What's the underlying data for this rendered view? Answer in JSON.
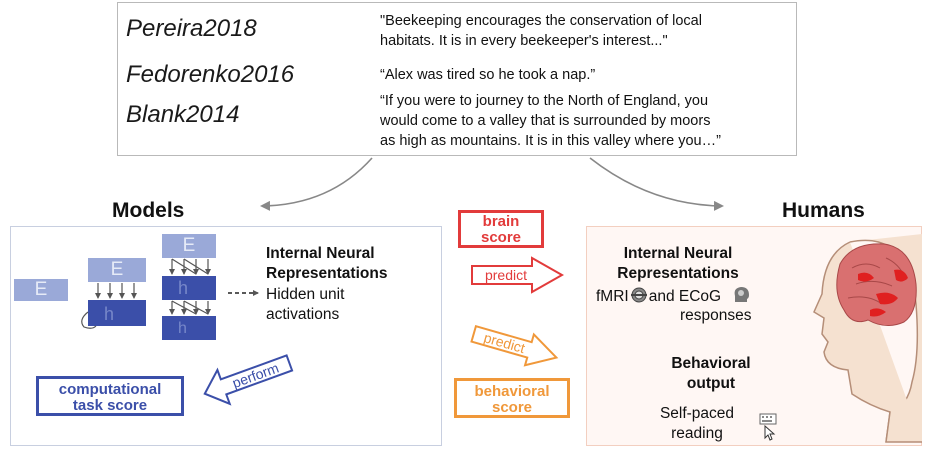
{
  "stimuli": {
    "datasets": [
      {
        "name": "Pereira2018",
        "text_lines": [
          "\"Beekeeping encourages the conservation of local",
          "habitats. It is in every beekeeper's interest...\""
        ]
      },
      {
        "name": "Fedorenko2016",
        "text_lines": [
          "“Alex was tired so he took a nap.”"
        ]
      },
      {
        "name": "Blank2014",
        "text_lines": [
          "“If you were to journey to the North of England, you",
          "would come to a valley that is surrounded by moors",
          "as high as mountains. It is in this valley where you…”"
        ]
      }
    ]
  },
  "models": {
    "title": "Models",
    "network": {
      "embedding_label": "E",
      "hidden_label": "h",
      "hidden_sub_label": "h"
    },
    "representations": {
      "heading_lines": [
        "Internal Neural",
        "Representations"
      ],
      "detail_lines": [
        "Hidden unit",
        "activations"
      ]
    },
    "task_score_lines": [
      "computational",
      "task score"
    ],
    "perform_label": "perform"
  },
  "center": {
    "brain_score_lines": [
      "brain",
      "score"
    ],
    "predict_brain_label": "predict",
    "predict_behavior_label": "predict",
    "behavioral_score_lines": [
      "behavioral",
      "score"
    ]
  },
  "humans": {
    "title": "Humans",
    "representations": {
      "heading_lines": [
        "Internal Neural",
        "Representations"
      ],
      "detail_line1_a": "fMRI",
      "detail_line1_b": "and ECoG",
      "detail_line2": "responses"
    },
    "behavioral": {
      "heading_lines": [
        "Behavioral",
        "output"
      ],
      "detail_lines": [
        "Self-paced",
        "reading"
      ]
    }
  },
  "colors": {
    "brain": "#e23b3b",
    "behavior": "#f0983a",
    "model_blue": "#3b4fa9",
    "model_light": "#9aa9d8",
    "humans_bg": "#fff7f4",
    "models_border": "#c8cfe0"
  },
  "icons": [
    "fmri-scanner-icon",
    "ecog-head-icon",
    "keyboard-pointer-icon",
    "human-head-icon",
    "brain-activation-icon"
  ]
}
